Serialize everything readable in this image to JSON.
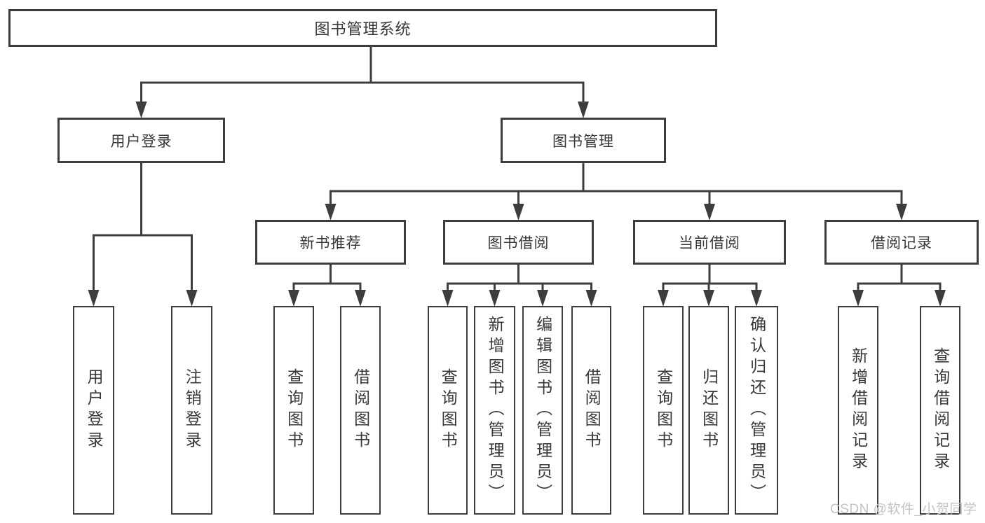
{
  "colors": {
    "line": "#3d3d3d",
    "text": "#383838",
    "background": "#ffffff",
    "watermark": "#c4c4c4"
  },
  "watermark": {
    "text": "CSDN @软件_小贺同学"
  },
  "nodes": [
    {
      "id": "root",
      "label": "图书管理系统",
      "level": 1,
      "parent": null
    },
    {
      "id": "user-login",
      "label": "用户登录",
      "level": 2,
      "parent": "root"
    },
    {
      "id": "book-mgmt",
      "label": "图书管理",
      "level": 2,
      "parent": "root"
    },
    {
      "id": "new-book-rec",
      "label": "新书推荐",
      "level": 3,
      "parent": "book-mgmt"
    },
    {
      "id": "book-borrow",
      "label": "图书借阅",
      "level": 3,
      "parent": "book-mgmt"
    },
    {
      "id": "current-borrow",
      "label": "当前借阅",
      "level": 3,
      "parent": "book-mgmt"
    },
    {
      "id": "borrow-records",
      "label": "借阅记录",
      "level": 3,
      "parent": "book-mgmt"
    },
    {
      "id": "leaf-user-login",
      "label": "用户登录",
      "level": 4,
      "parent": "user-login"
    },
    {
      "id": "leaf-logout",
      "label": "注销登录",
      "level": 4,
      "parent": "user-login"
    },
    {
      "id": "leaf-query-book-1",
      "label": "查询图书",
      "level": 4,
      "parent": "new-book-rec"
    },
    {
      "id": "leaf-borrow-book-1",
      "label": "借阅图书",
      "level": 4,
      "parent": "new-book-rec"
    },
    {
      "id": "leaf-query-book-2",
      "label": "查询图书",
      "level": 4,
      "parent": "book-borrow"
    },
    {
      "id": "leaf-add-book",
      "label": "新增图书（管理员）",
      "level": 4,
      "parent": "book-borrow"
    },
    {
      "id": "leaf-edit-book",
      "label": "编辑图书（管理员）",
      "level": 4,
      "parent": "book-borrow"
    },
    {
      "id": "leaf-borrow-book-2",
      "label": "借阅图书",
      "level": 4,
      "parent": "book-borrow"
    },
    {
      "id": "leaf-query-book-3",
      "label": "查询图书",
      "level": 4,
      "parent": "current-borrow"
    },
    {
      "id": "leaf-return-book",
      "label": "归还图书",
      "level": 4,
      "parent": "current-borrow"
    },
    {
      "id": "leaf-confirm-return",
      "label": "确认归还（管理员）",
      "level": 4,
      "parent": "current-borrow"
    },
    {
      "id": "leaf-add-borrow-record",
      "label": "新增借阅记录",
      "level": 4,
      "parent": "borrow-records"
    },
    {
      "id": "leaf-query-borrow-record",
      "label": "查询借阅记录",
      "level": 4,
      "parent": "borrow-records"
    }
  ]
}
